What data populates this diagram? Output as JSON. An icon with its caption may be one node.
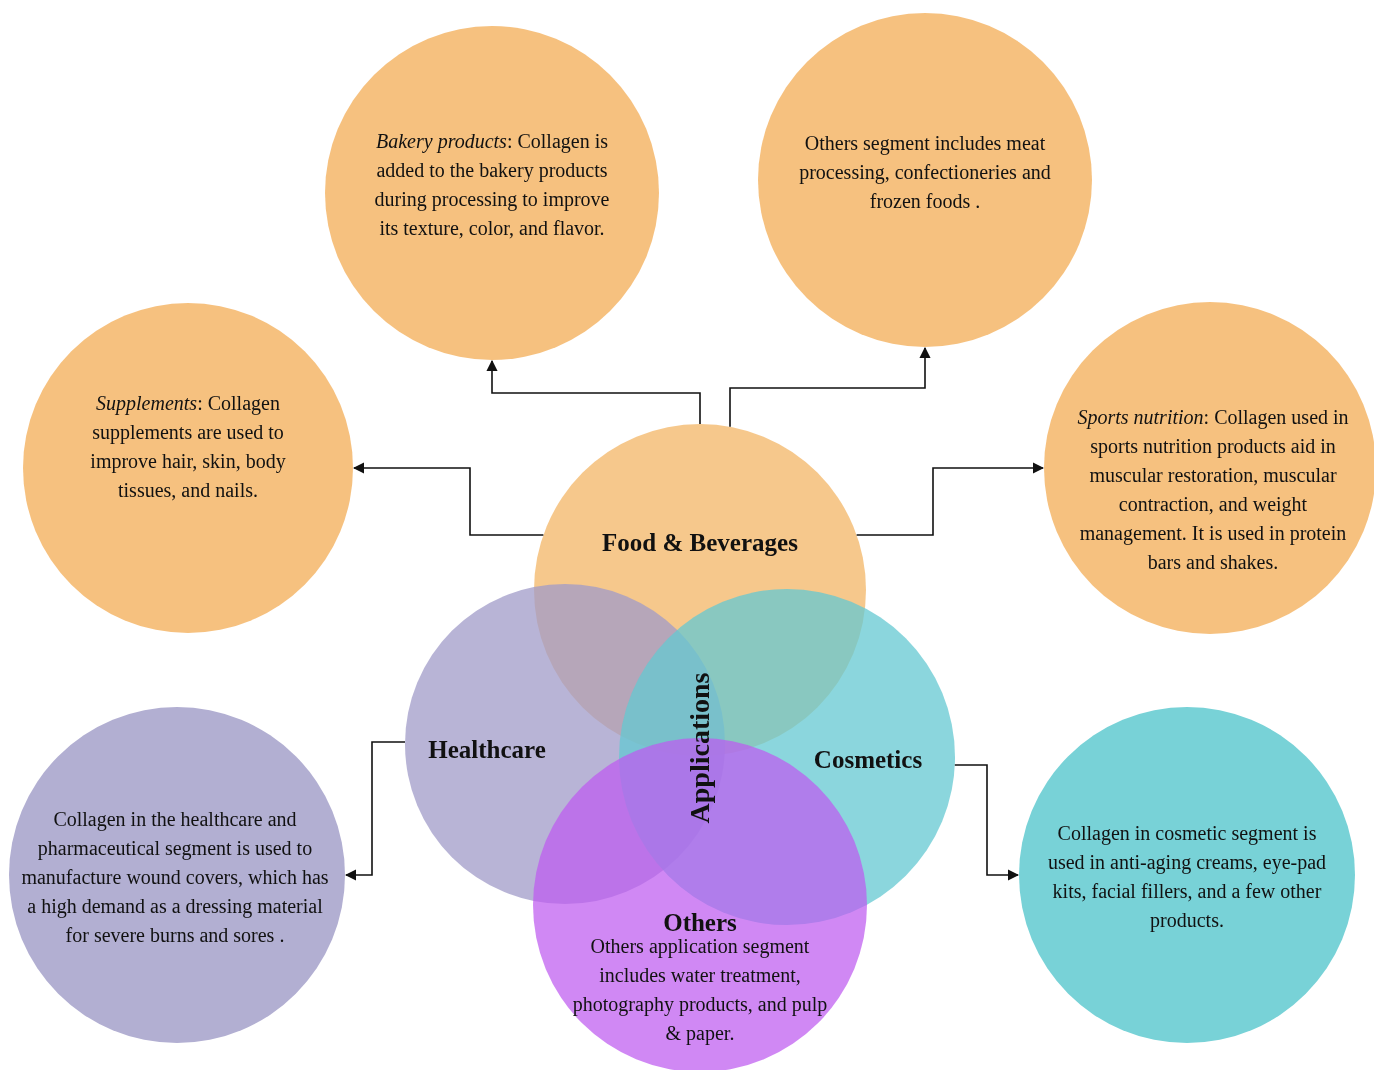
{
  "diagram": {
    "nodes": [
      {
        "text": [
          "*Bakery products*: Collagen is added to the bakery products during processing to improve its texture, color, and flavor."
        ]
      },
      {
        "text": [
          "Others segment includes meat processing, confectioneries and frozen foods ."
        ]
      },
      {
        "text": [
          "*Supplements*: Collagen supplements are used to improve hair, skin, body tissues, and nails."
        ]
      },
      {
        "text": [
          "Food & Beverages"
        ]
      },
      {
        "text": [
          "*Sports nutrition*: Collagen used in sports nutrition products aid in muscular restoration, muscular contraction, and weight management. It is used in protein bars and shakes."
        ]
      },
      {
        "text": [
          "Healthcare"
        ]
      },
      {
        "text": [
          "Cosmetics"
        ]
      },
      {
        "text": [
          "Collagen in the healthcare and pharmaceutical segment is used to manufacture wound covers, which has a high demand as a dressing material for severe burns and sores ."
        ]
      },
      {
        "text": [
          "Others",
          "Others application segment includes water treatment, photography products, and pulp & paper."
        ]
      },
      {
        "text": [
          "Collagen in cosmetic segment is used in anti-aging creams, eye-pad kits, facial fillers, and a few other products."
        ]
      }
    ],
    "edges": [
      {
        "from": 3,
        "to": 0,
        "arrow": "to"
      },
      {
        "from": 3,
        "to": 1,
        "arrow": "to"
      },
      {
        "from": 3,
        "to": 2,
        "arrow": "to"
      },
      {
        "from": 3,
        "to": 4,
        "arrow": "to"
      },
      {
        "from": 5,
        "to": 7,
        "arrow": "to"
      },
      {
        "from": 6,
        "to": 9,
        "arrow": "to"
      }
    ],
    "labels": [
      "Applications"
    ]
  }
}
